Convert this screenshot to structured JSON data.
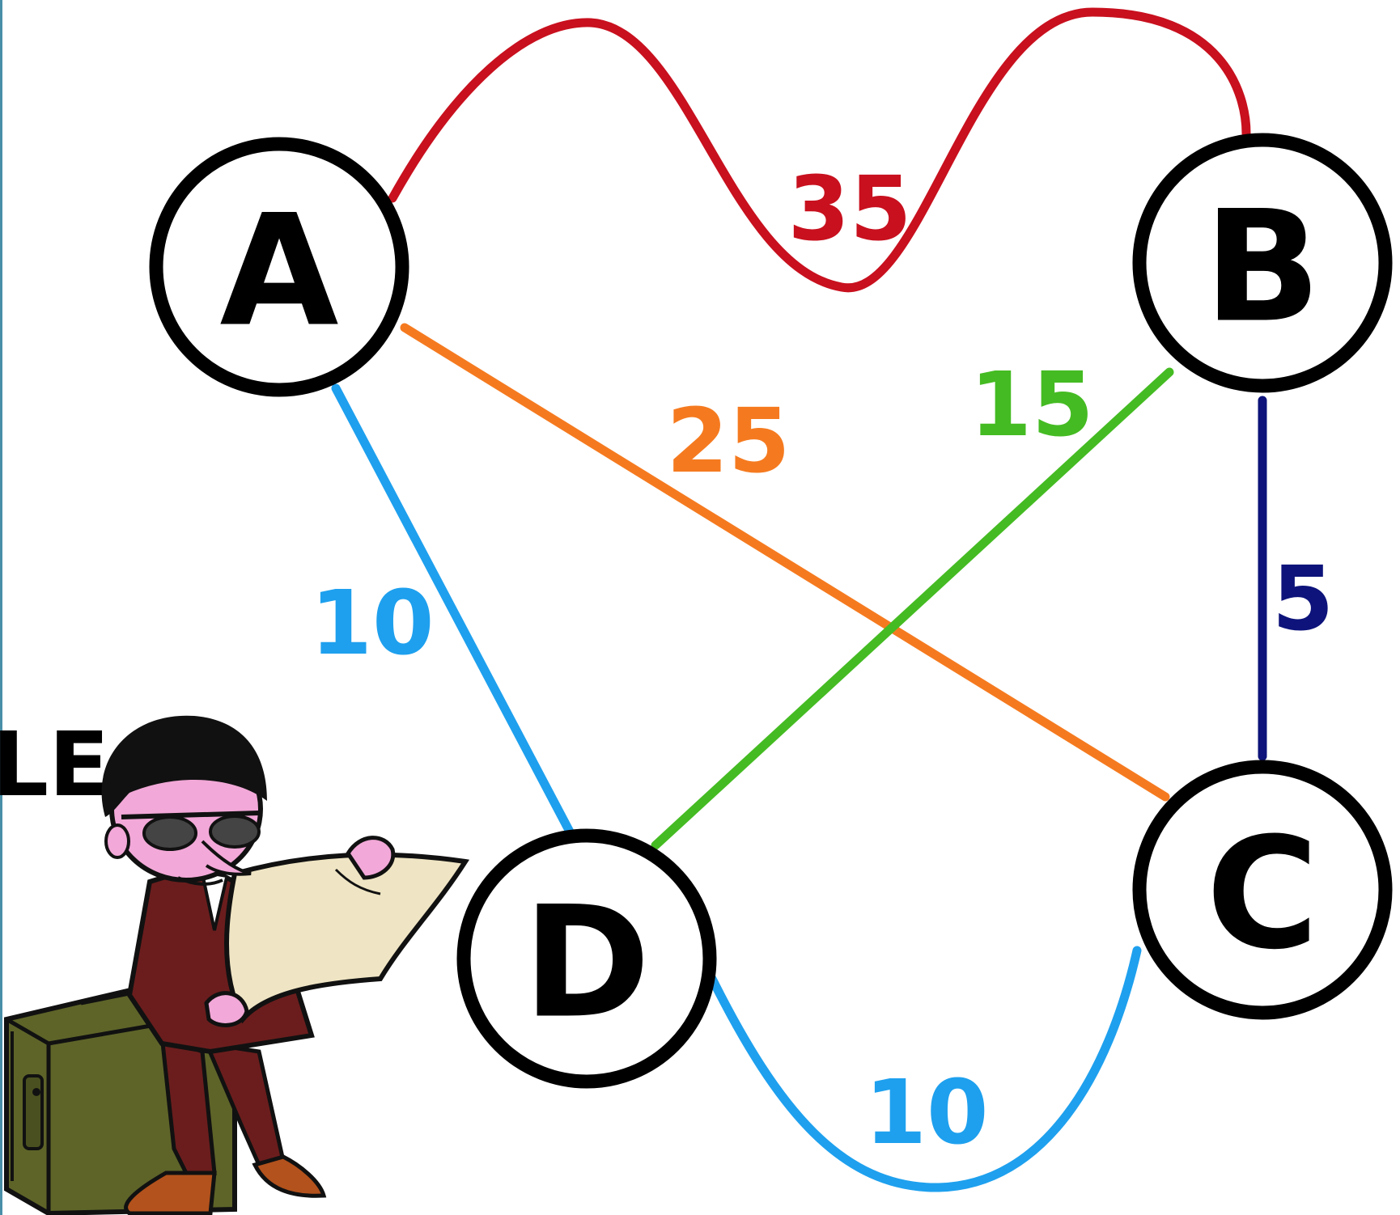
{
  "graph": {
    "nodes": [
      {
        "id": "A",
        "label": "A"
      },
      {
        "id": "B",
        "label": "B"
      },
      {
        "id": "C",
        "label": "C"
      },
      {
        "id": "D",
        "label": "D"
      }
    ],
    "edges": [
      {
        "from": "A",
        "to": "B",
        "weight": "35",
        "color": "#c8101e"
      },
      {
        "from": "A",
        "to": "C",
        "weight": "25",
        "color": "#f57a1f"
      },
      {
        "from": "B",
        "to": "D",
        "weight": "15",
        "color": "#44bb22"
      },
      {
        "from": "A",
        "to": "D",
        "weight": "10",
        "color": "#1ea0ee"
      },
      {
        "from": "B",
        "to": "C",
        "weight": "5",
        "color": "#0d137a"
      },
      {
        "from": "D",
        "to": "C",
        "weight": "10",
        "color": "#1ea0ee"
      }
    ]
  },
  "cutoff_text": "LE",
  "illustration": {
    "icon": "man-reading-map-on-ammo-box-icon"
  }
}
